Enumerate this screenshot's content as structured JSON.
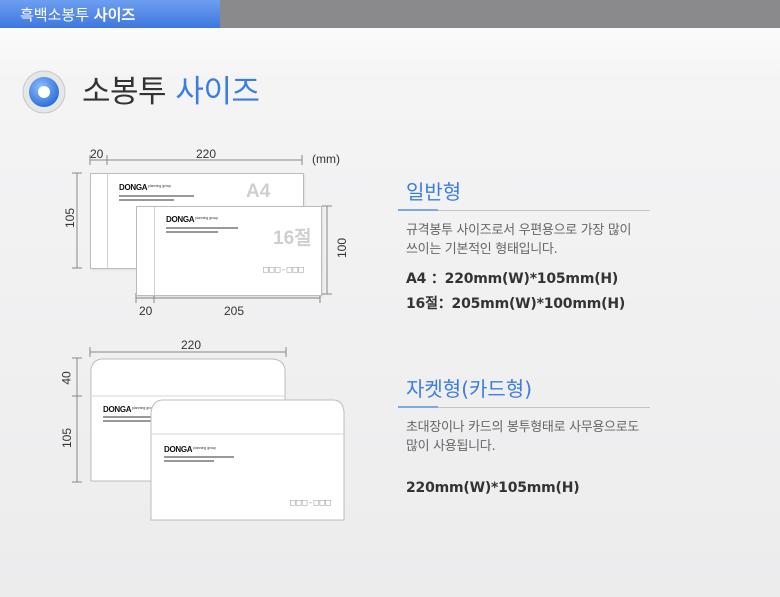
{
  "header": {
    "breadcrumb_main": "흑백소봉투",
    "breadcrumb_sub": "사이즈"
  },
  "page": {
    "title_part1": "소봉투",
    "title_part2": "사이즈"
  },
  "diagram1": {
    "dim_top_small": "20",
    "dim_top_wide": "220",
    "unit": "(mm)",
    "dim_left": "105",
    "dim_right": "100",
    "dim_bottom_small": "20",
    "dim_bottom_wide": "205",
    "back_env": {
      "brand": "DONGA",
      "brand_sub": "planning group",
      "size_mark": "A4"
    },
    "front_env": {
      "brand": "DONGA",
      "brand_sub": "planning group",
      "size_mark": "16절",
      "zip": "□□□-□□□"
    }
  },
  "diagram2": {
    "dim_top": "220",
    "dim_flap": "40",
    "dim_body": "105",
    "back_env": {
      "brand": "DONGA",
      "brand_sub": "planning group"
    },
    "front_env": {
      "brand": "DONGA",
      "brand_sub": "planning group",
      "zip": "□□□-□□□"
    }
  },
  "section_general": {
    "title": "일반형",
    "desc_line1": "규격봉투 사이즈로서 우편용으로 가장 많이",
    "desc_line2": "쓰이는 기본적인 형태입니다.",
    "spec1": "A4 ：220mm(W)*105mm(H)",
    "spec2": "16절：205mm(W)*100mm(H)"
  },
  "section_jacket": {
    "title": "자켓형(카드형)",
    "desc_line1": "초대장이나 카드의 봉투형태로 사무용으로도",
    "desc_line2": "많이 사용됩니다.",
    "spec1": "220mm(W)*105mm(H)"
  },
  "colors": {
    "accent": "#3a7de3",
    "topbar": "#8a8a8c",
    "tab": "#4a82e3"
  }
}
